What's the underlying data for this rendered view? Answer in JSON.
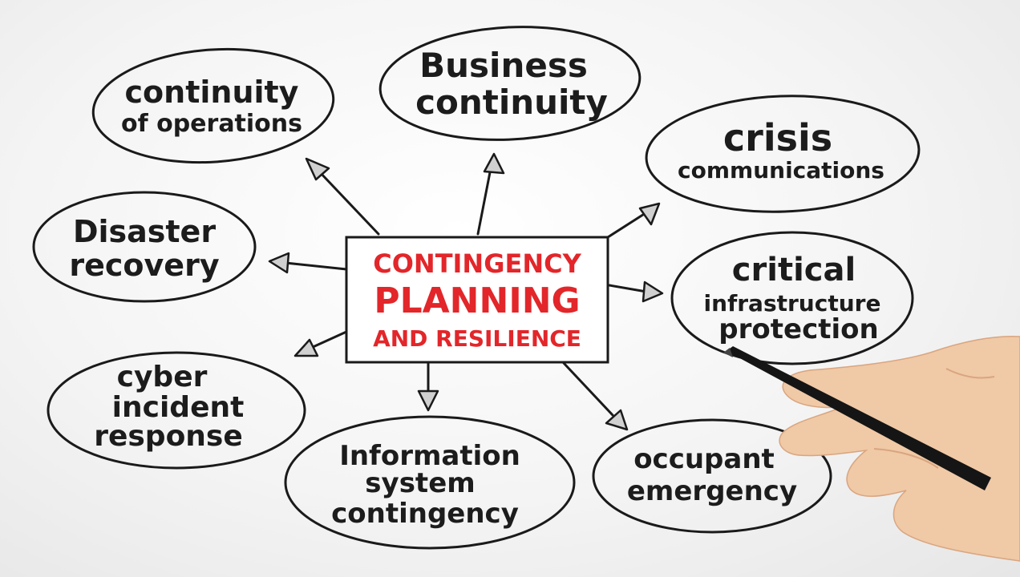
{
  "center": {
    "lines": [
      "CONTINGENCY",
      "PLANNING",
      "AND RESILIENCE"
    ],
    "color": "#e2262a"
  },
  "nodes": [
    {
      "id": "continuity-of-operations",
      "lines": [
        "continuity",
        "of operations"
      ]
    },
    {
      "id": "business-continuity",
      "lines": [
        "Business",
        "continuity"
      ]
    },
    {
      "id": "crisis-communications",
      "lines": [
        "crisis",
        "communications"
      ]
    },
    {
      "id": "disaster-recovery",
      "lines": [
        "Disaster",
        "recovery"
      ]
    },
    {
      "id": "critical-infrastructure-protection",
      "lines": [
        "critical",
        "infrastructure",
        "protection"
      ]
    },
    {
      "id": "cyber-incident-response",
      "lines": [
        "cyber",
        "incident",
        "response"
      ]
    },
    {
      "id": "information-system-contingency",
      "lines": [
        "Information",
        "system",
        "contingency"
      ]
    },
    {
      "id": "occupant-emergency",
      "lines": [
        "occupant",
        "emergency"
      ]
    }
  ],
  "ink_color": "#1a1a1a"
}
